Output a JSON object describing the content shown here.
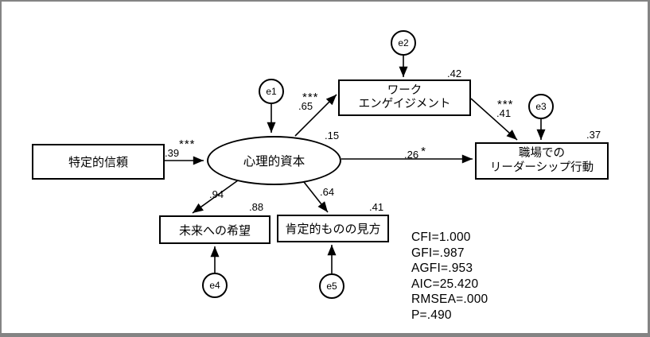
{
  "colors": {
    "line": "#000000",
    "background": "#ffffff",
    "frame": "#848484"
  },
  "nodes": {
    "specific_trust": {
      "label": "特定的信頼"
    },
    "psychological_capital": {
      "label": "心理的資本",
      "variance": ".15"
    },
    "work_engagement": {
      "line1": "ワーク",
      "line2": "エンゲイジメント",
      "variance": ".42"
    },
    "leadership_behavior": {
      "line1": "職場での",
      "line2": "リーダーシップ行動",
      "variance": ".37"
    },
    "future_hope": {
      "label": "未来への希望",
      "variance": ".88"
    },
    "positive_view": {
      "label": "肯定的ものの見方",
      "variance": ".41"
    },
    "errors": {
      "e1": "e1",
      "e2": "e2",
      "e3": "e3",
      "e4": "e4",
      "e5": "e5"
    }
  },
  "paths": {
    "trust_to_capital": {
      "coef": ".39",
      "sig": "***"
    },
    "capital_to_engagement": {
      "coef": ".65",
      "sig": "***"
    },
    "engagement_to_leadership": {
      "coef": ".41",
      "sig": "***"
    },
    "capital_to_leadership": {
      "coef": ".26",
      "sig": "*"
    },
    "capital_to_hope": {
      "coef": ".94"
    },
    "capital_to_positive_view": {
      "coef": ".64"
    }
  },
  "fit_statistics": [
    "CFI=1.000",
    "GFI=.987",
    "AGFI=.953",
    "AIC=25.420",
    "RMSEA=.000",
    "P=.490"
  ]
}
